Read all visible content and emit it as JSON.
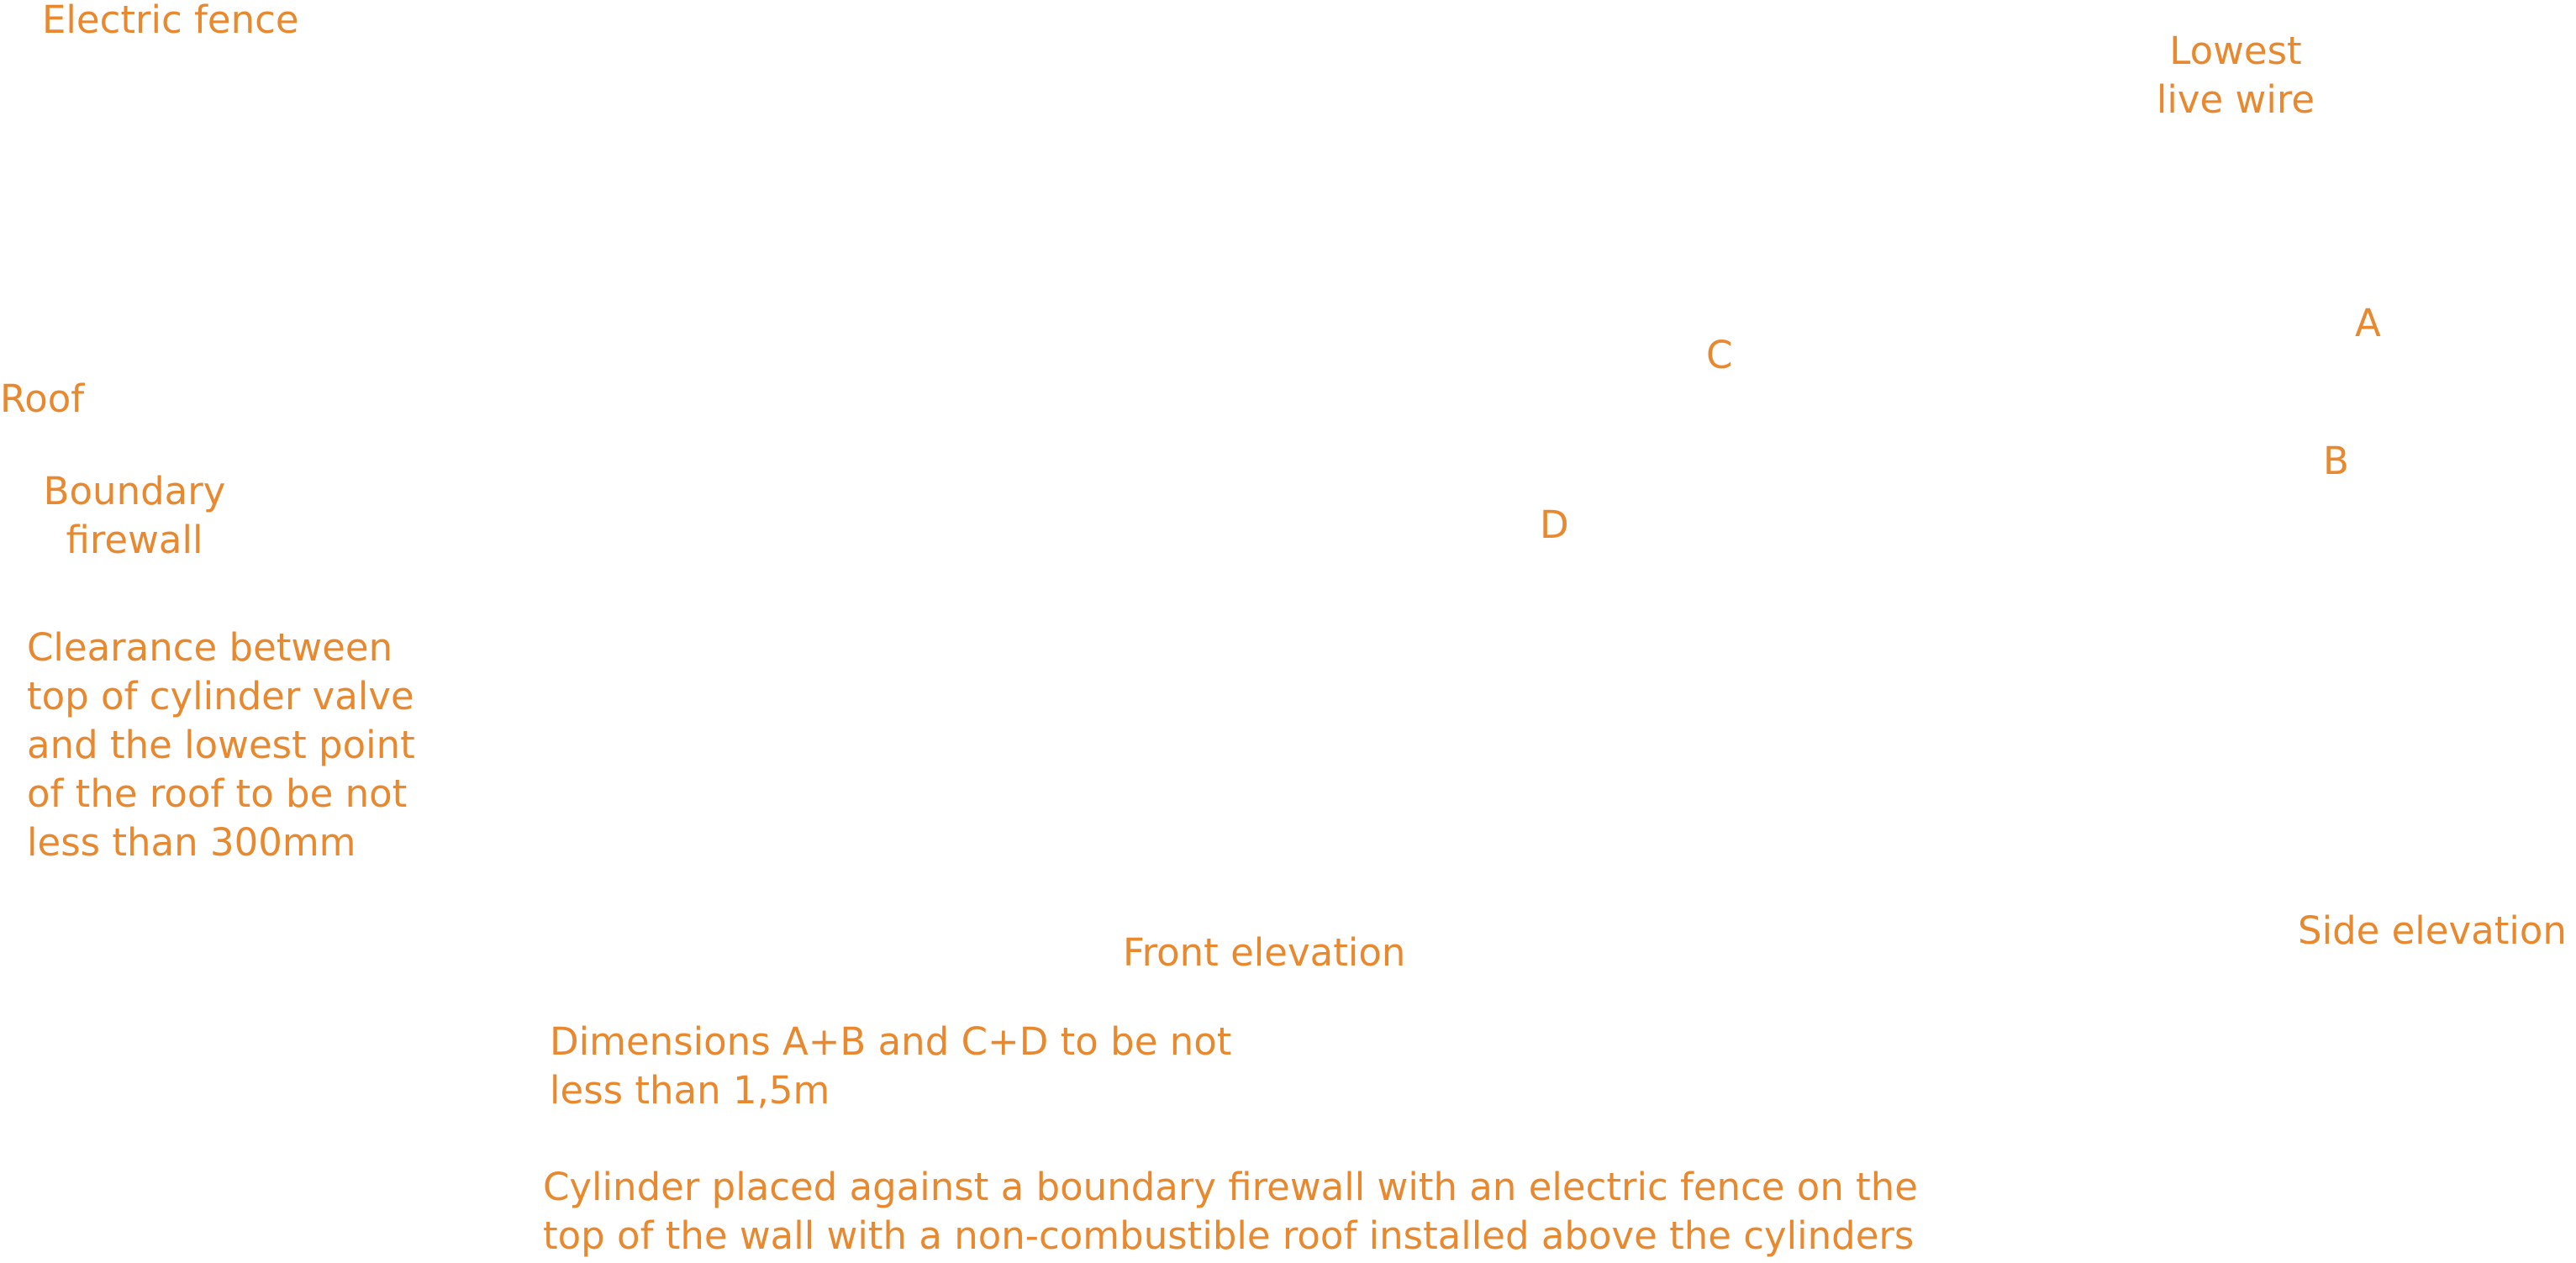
{
  "colors": {
    "label": "#E8892F",
    "background": "#FFFFFF"
  },
  "labels": {
    "electric_fence": "Electric fence",
    "lowest_live_wire": [
      "Lowest",
      "live wire"
    ],
    "roof": "Roof",
    "boundary_firewall": [
      "Boundary",
      "firewall"
    ],
    "clearance_note": [
      "Clearance between",
      "top of cylinder valve",
      "and the lowest point",
      "of the roof to be not",
      "less than 300mm"
    ],
    "dim_a": "A",
    "dim_b": "B",
    "dim_c": "C",
    "dim_d": "D",
    "front_elevation": "Front elevation",
    "side_elevation": "Side elevation",
    "dimension_note": [
      "Dimensions A+B and C+D to be not",
      "less than 1,5m"
    ],
    "caption": [
      "Cylinder placed against a boundary firewall with an electric fence on the",
      "top of the wall with a non-combustible roof installed above the cylinders"
    ]
  }
}
